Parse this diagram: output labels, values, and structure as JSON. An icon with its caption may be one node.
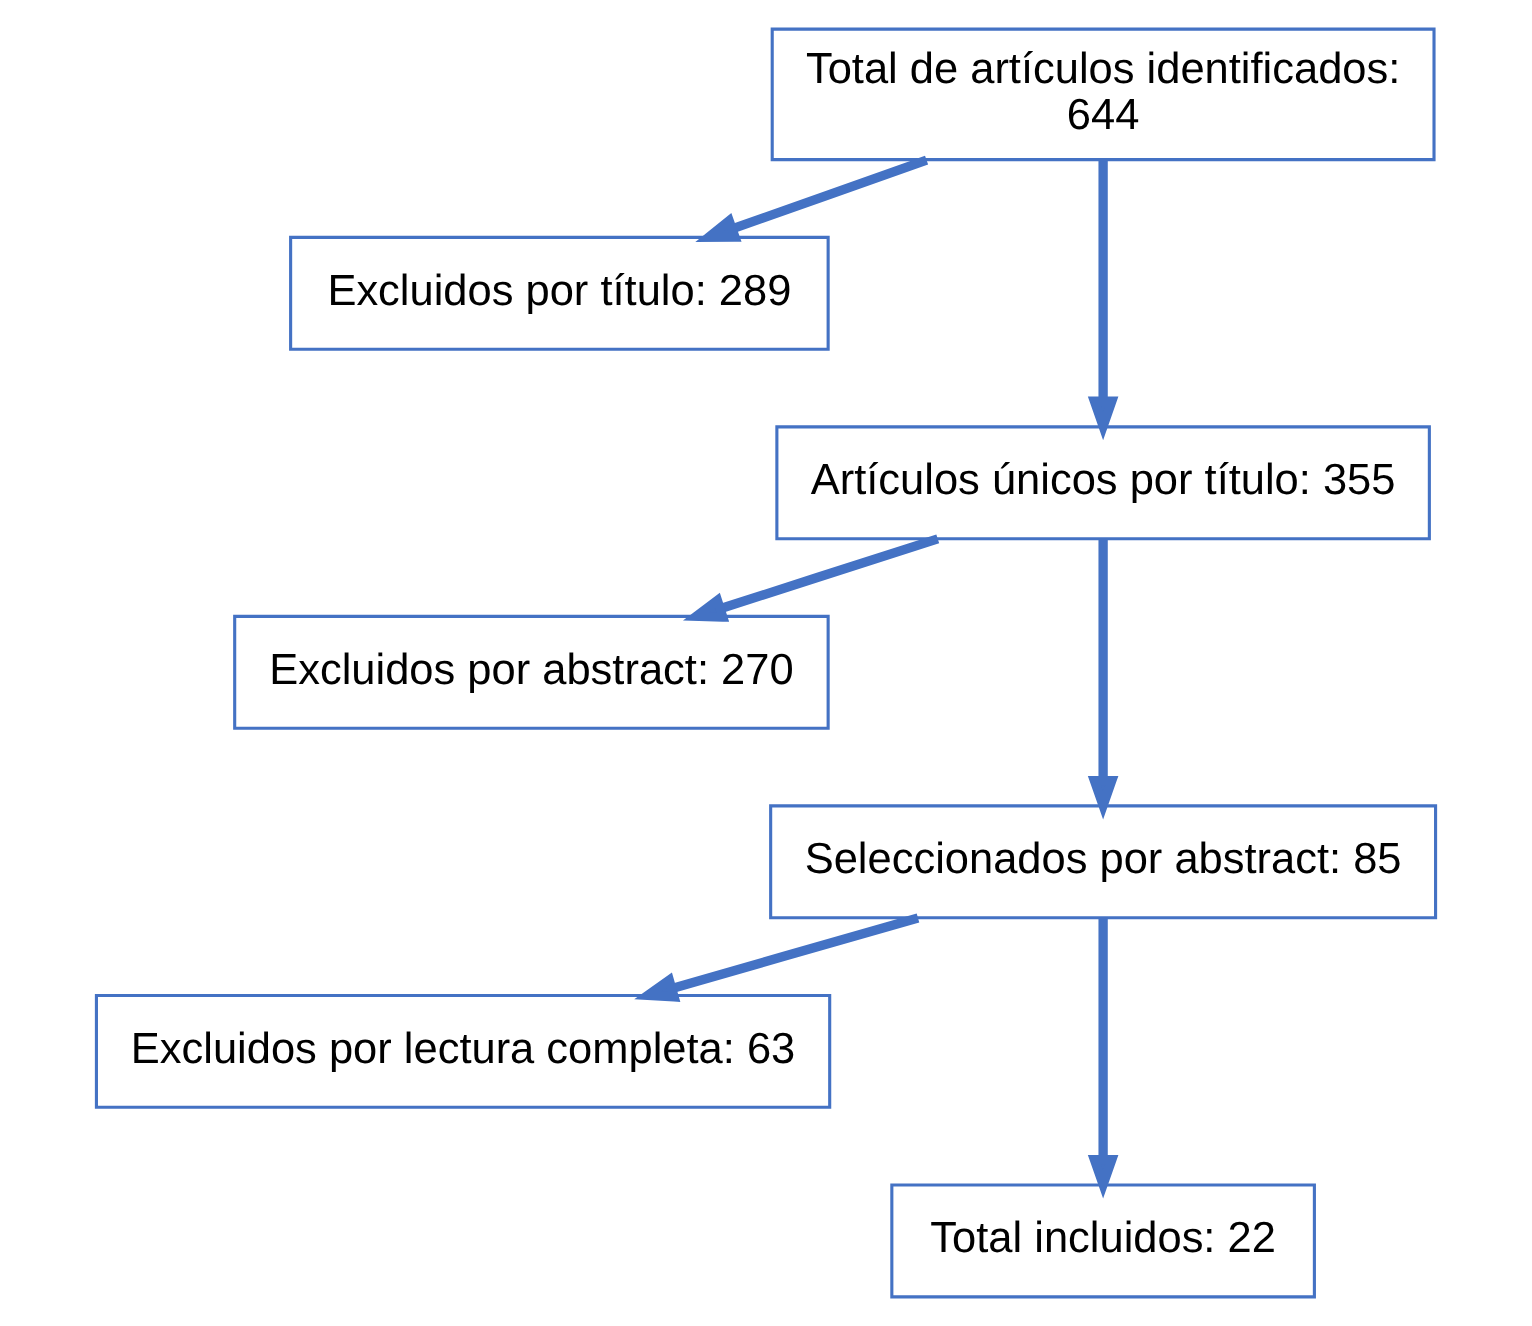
{
  "diagram": {
    "nodes": [
      {
        "text": [
          "Total de artículos identificados: 644"
        ]
      },
      {
        "text": [
          "Excluidos por título: 289"
        ]
      },
      {
        "text": [
          "Artículos únicos por título: 355"
        ]
      },
      {
        "text": [
          "Excluidos por abstract: 270"
        ]
      },
      {
        "text": [
          "Seleccionados por abstract: 85"
        ]
      },
      {
        "text": [
          "Excluidos por lectura completa: 63"
        ]
      },
      {
        "text": [
          "Total incluidos: 22"
        ]
      }
    ],
    "edges": [
      {
        "from": 0,
        "to": 1,
        "arrow": "to"
      },
      {
        "from": 0,
        "to": 2,
        "arrow": "to"
      },
      {
        "from": 2,
        "to": 3,
        "arrow": "to"
      },
      {
        "from": 2,
        "to": 4,
        "arrow": "to"
      },
      {
        "from": 4,
        "to": 5,
        "arrow": "to"
      },
      {
        "from": 4,
        "to": 6,
        "arrow": "to"
      }
    ]
  }
}
